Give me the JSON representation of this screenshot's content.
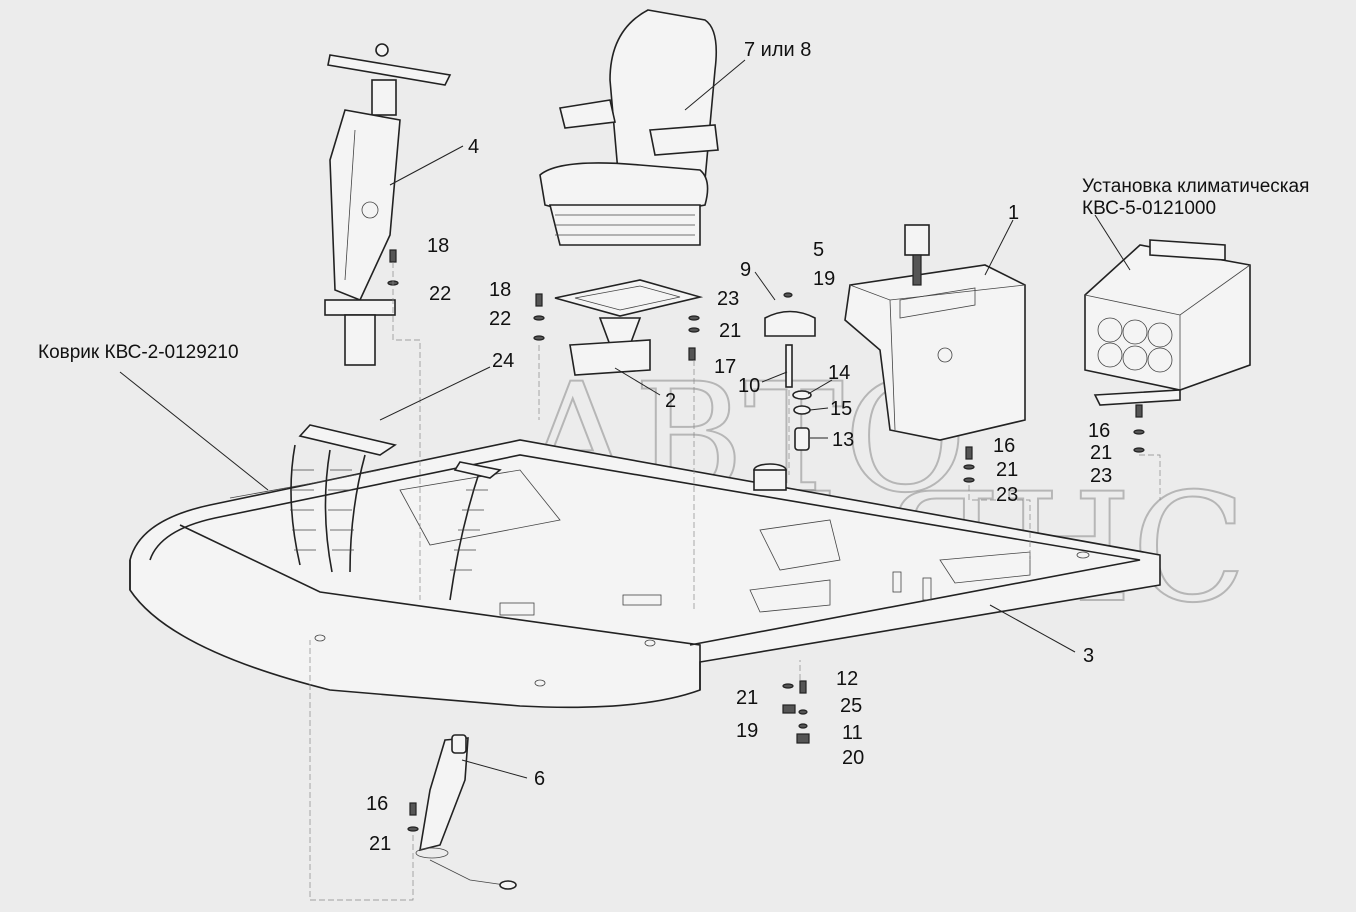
{
  "watermark": {
    "line1": "АВТО",
    "line2": "АЛЬЯНС"
  },
  "labels": {
    "mat": "Коврик КВС-2-0129210",
    "climate_line1": "Установка климатическая",
    "climate_line2": "КВС-5-0121000"
  },
  "callouts": {
    "c1": "1",
    "c2": "2",
    "c3": "3",
    "c4": "4",
    "c5": "5",
    "c6": "6",
    "c7": "7 или 8",
    "c9": "9",
    "c10": "10",
    "c11": "11",
    "c12": "12",
    "c13": "13",
    "c14": "14",
    "c15": "15",
    "c16a": "16",
    "c16b": "16",
    "c16c": "16",
    "c17": "17",
    "c18a": "18",
    "c18b": "18",
    "c19a": "19",
    "c19b": "19",
    "c20": "20",
    "c21a": "21",
    "c21b": "21",
    "c21c": "21",
    "c21d": "21",
    "c21e": "21",
    "c22a": "22",
    "c22b": "22",
    "c23a": "23",
    "c23b": "23",
    "c23c": "23",
    "c24": "24",
    "c25": "25"
  }
}
